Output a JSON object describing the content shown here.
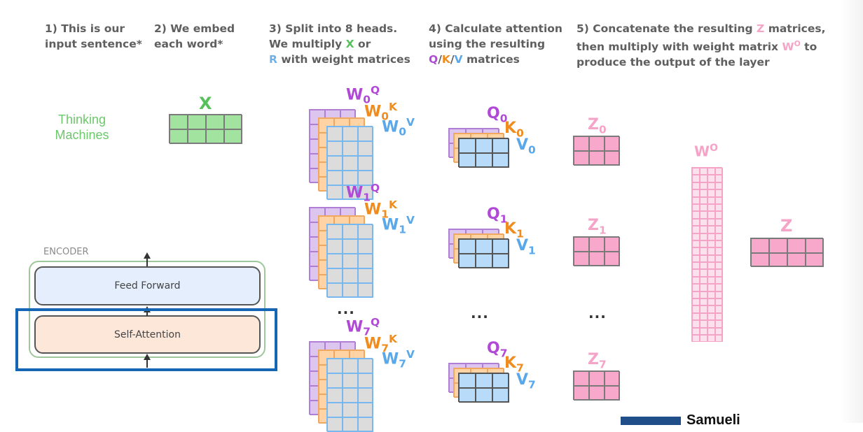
{
  "steps": [
    {
      "lines": [
        [
          {
            "t": "1) This is our"
          }
        ],
        [
          {
            "t": "input sentence*"
          }
        ]
      ]
    },
    {
      "lines": [
        [
          {
            "t": "2) We embed"
          }
        ],
        [
          {
            "t": "each word*"
          }
        ]
      ]
    },
    {
      "lines": [
        [
          {
            "t": "3) Split into 8 heads."
          }
        ],
        [
          {
            "t": "We multiply "
          },
          {
            "t": "X",
            "c": "#57c05a"
          },
          {
            "t": " or"
          }
        ],
        [
          {
            "t": "R",
            "c": "#6fb0e8"
          },
          {
            "t": " with weight matrices"
          }
        ]
      ]
    },
    {
      "lines": [
        [
          {
            "t": "4) Calculate attention"
          }
        ],
        [
          {
            "t": "using the resulting"
          }
        ],
        [
          {
            "t": "Q",
            "c": "#b04ad6"
          },
          {
            "t": "/"
          },
          {
            "t": "K",
            "c": "#f08c1e"
          },
          {
            "t": "/"
          },
          {
            "t": "V",
            "c": "#5aa8ea"
          },
          {
            "t": " matrices"
          }
        ]
      ]
    },
    {
      "lines": [
        [
          {
            "t": "5) Concatenate the resulting "
          },
          {
            "t": "Z",
            "c": "#f5a3c7"
          },
          {
            "t": " matrices,"
          }
        ],
        [
          {
            "t": "then multiply with weight matrix "
          },
          {
            "t": "W",
            "c": "#f5a3c7"
          },
          {
            "t": "O",
            "c": "#f5a3c7",
            "sup": true
          },
          {
            "t": " to"
          }
        ],
        [
          {
            "t": "produce the output of the layer"
          }
        ]
      ]
    }
  ],
  "input": {
    "line1": "Thinking",
    "line2": "Machines"
  },
  "x_label": "X",
  "weights": [
    {
      "q": {
        "base": "W",
        "sub": "0",
        "sup": "Q"
      },
      "k": {
        "base": "W",
        "sub": "0",
        "sup": "K"
      },
      "v": {
        "base": "W",
        "sub": "0",
        "sup": "V"
      }
    },
    {
      "q": {
        "base": "W",
        "sub": "1",
        "sup": "Q"
      },
      "k": {
        "base": "W",
        "sub": "1",
        "sup": "K"
      },
      "v": {
        "base": "W",
        "sub": "1",
        "sup": "V"
      }
    },
    {
      "q": {
        "base": "W",
        "sub": "7",
        "sup": "Q"
      },
      "k": {
        "base": "W",
        "sub": "7",
        "sup": "K"
      },
      "v": {
        "base": "W",
        "sub": "7",
        "sup": "V"
      }
    }
  ],
  "qkv": [
    {
      "q": {
        "base": "Q",
        "sub": "0"
      },
      "k": {
        "base": "K",
        "sub": "0"
      },
      "v": {
        "base": "V",
        "sub": "0"
      }
    },
    {
      "q": {
        "base": "Q",
        "sub": "1"
      },
      "k": {
        "base": "K",
        "sub": "1"
      },
      "v": {
        "base": "V",
        "sub": "1"
      }
    },
    {
      "q": {
        "base": "Q",
        "sub": "7"
      },
      "k": {
        "base": "K",
        "sub": "7"
      },
      "v": {
        "base": "V",
        "sub": "7"
      }
    }
  ],
  "z_heads": [
    {
      "base": "Z",
      "sub": "0"
    },
    {
      "base": "Z",
      "sub": "1"
    },
    {
      "base": "Z",
      "sub": "7"
    }
  ],
  "wo_label": {
    "base": "W",
    "sup": "O"
  },
  "z_label": "Z",
  "ellipsis": "...",
  "encoder": {
    "label": "ENCODER",
    "feed_forward": "Feed Forward",
    "self_attention": "Self-Attention"
  },
  "corner_text": "Samueli",
  "colors": {
    "text": "#5f5f5f",
    "green": "#57c05a",
    "green_fill": "#a3e3a0",
    "purple": "#b04ad6",
    "purple_fill": "#dcc6f0",
    "orange": "#f08c1e",
    "orange_fill": "#ffd3a4",
    "blue": "#5aa8ea",
    "blue_fill": "#b7dbf8",
    "gray_fill": "#dcdcdc",
    "pink": "#f5a3c7",
    "pink_fill": "#f8a8cb",
    "highlight": "#1565b5"
  }
}
